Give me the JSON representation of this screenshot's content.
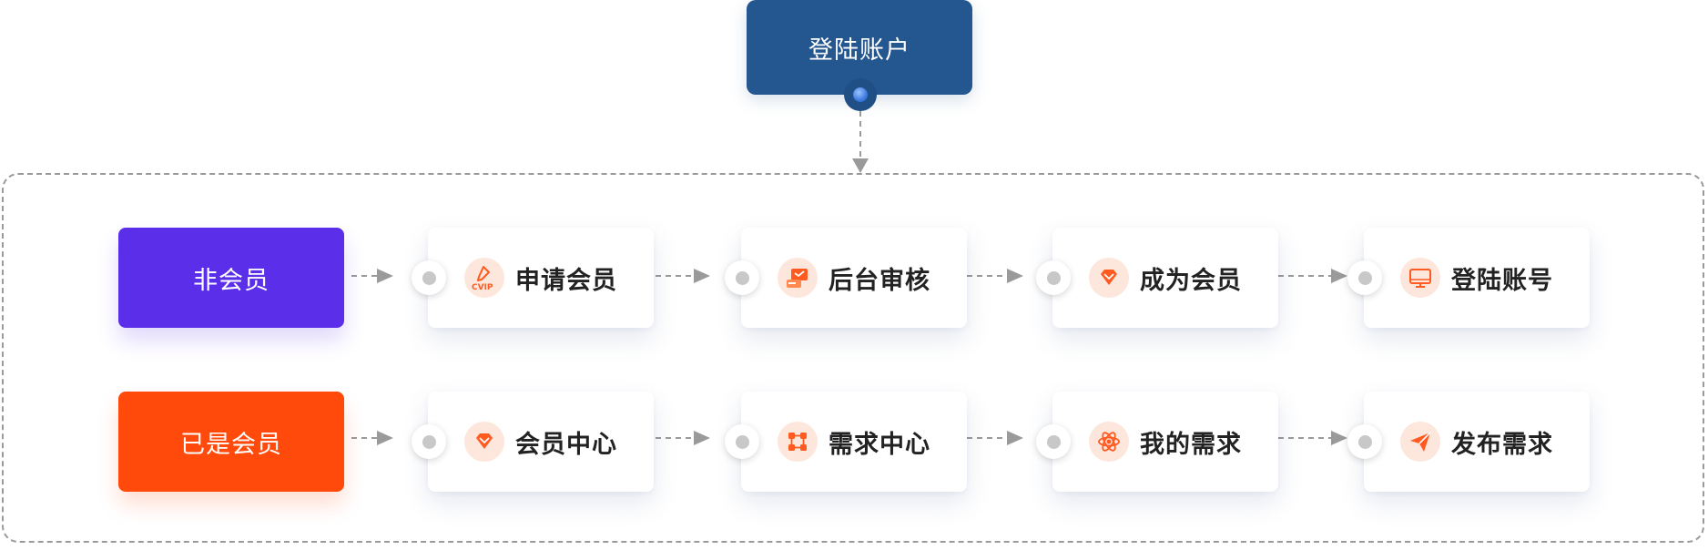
{
  "top": {
    "label": "登陆账户"
  },
  "rows": [
    {
      "category": "非会员",
      "steps": [
        {
          "label": "申请会员",
          "icon": "cvip-pen-icon"
        },
        {
          "label": "后台审核",
          "icon": "review-card-icon"
        },
        {
          "label": "成为会员",
          "icon": "diamond-icon"
        },
        {
          "label": "登陆账号",
          "icon": "monitor-icon"
        }
      ]
    },
    {
      "category": "已是会员",
      "steps": [
        {
          "label": "会员中心",
          "icon": "diamond-icon"
        },
        {
          "label": "需求中心",
          "icon": "nodes-icon"
        },
        {
          "label": "我的需求",
          "icon": "atom-icon"
        },
        {
          "label": "发布需求",
          "icon": "paper-plane-icon"
        }
      ]
    }
  ],
  "colors": {
    "top_box": "#24568f",
    "non_member": "#5b2ee9",
    "member": "#ff4a0b",
    "icon_accent": "#ff5a1f",
    "icon_bg": "#fde6dc",
    "connector": "#9a9a9a"
  }
}
